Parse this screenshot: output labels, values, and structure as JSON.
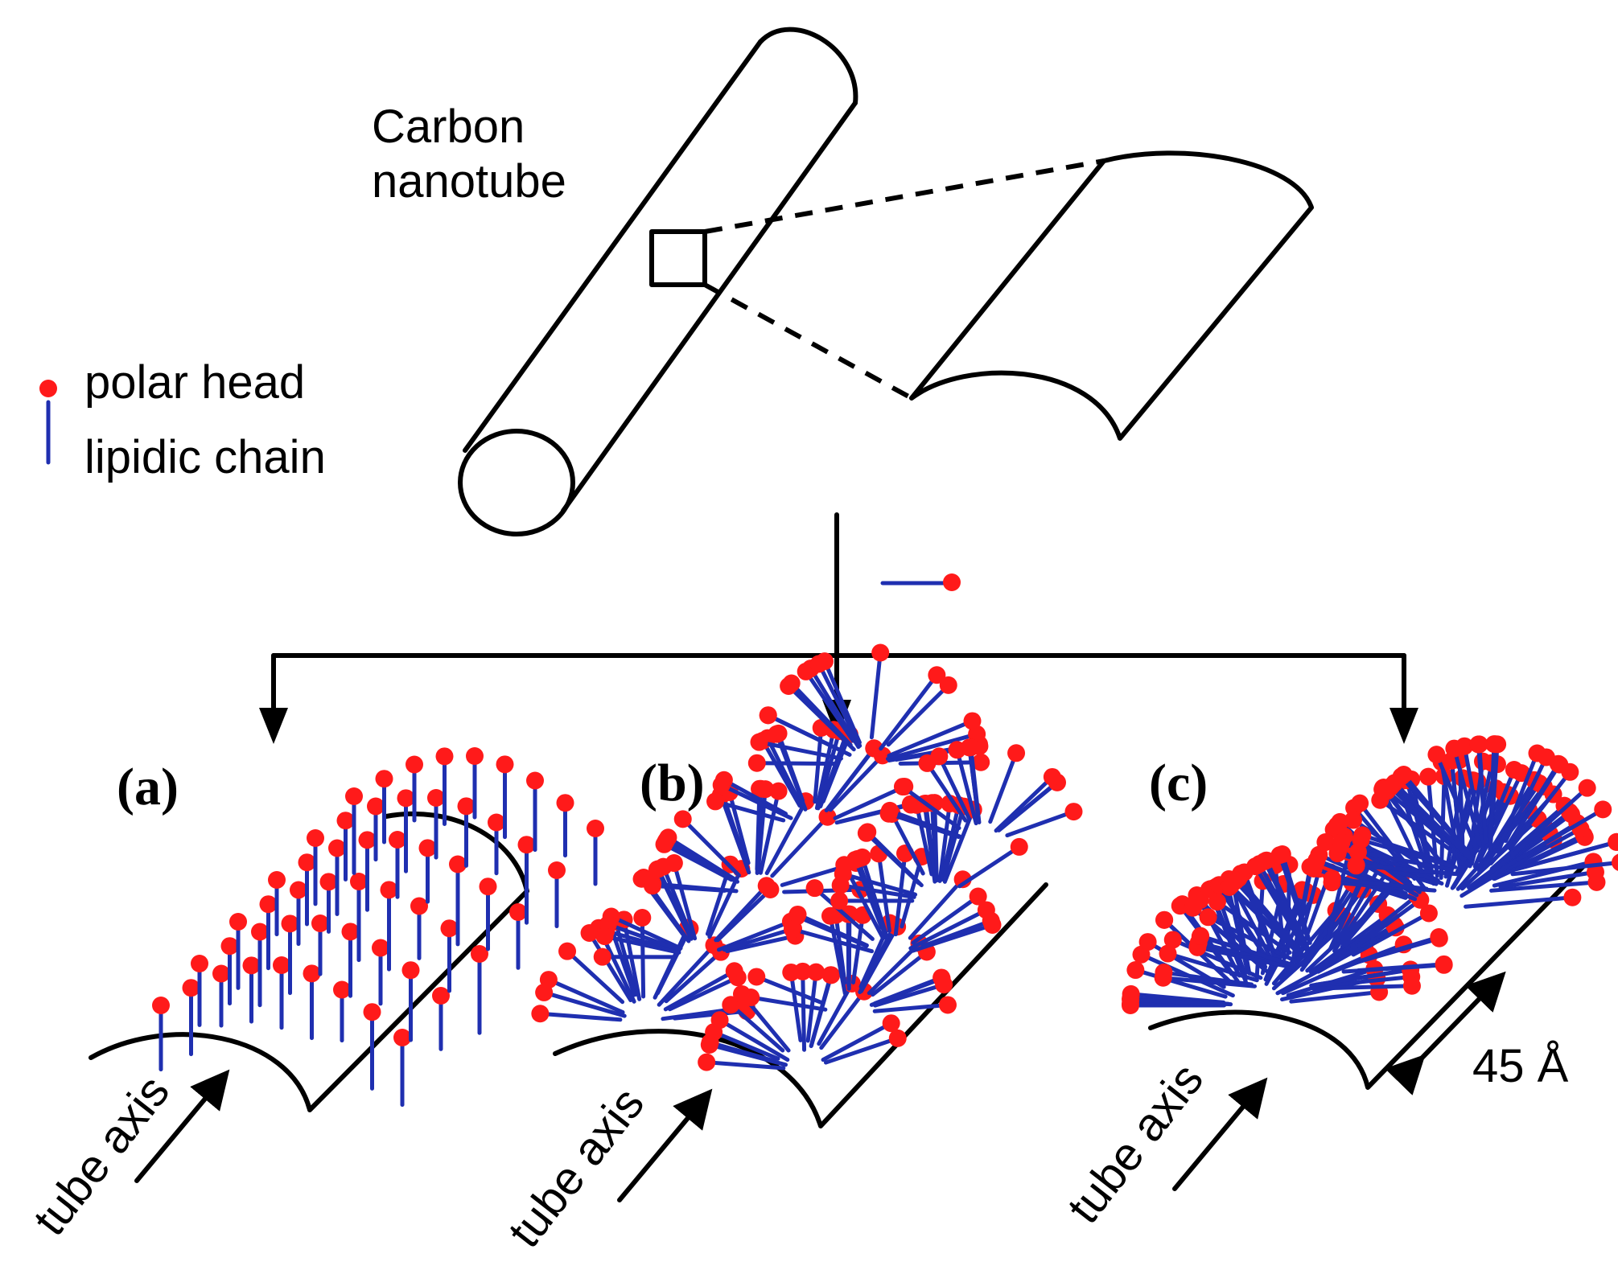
{
  "top": {
    "tube_label_line1": "Carbon",
    "tube_label_line2": "nanotube"
  },
  "legend": {
    "polar_head": "polar head",
    "lipidic_chain": "lipidic chain"
  },
  "panels": [
    {
      "id": "a",
      "label": "(a)",
      "axis_label": "tube axis"
    },
    {
      "id": "b",
      "label": "(b)",
      "axis_label": "tube axis"
    },
    {
      "id": "c",
      "label": "(c)",
      "axis_label": "tube axis",
      "dimension": "45 Å"
    }
  ],
  "colors": {
    "head": "#ff1a1a",
    "chain": "#1f2fb0",
    "outline": "#000000"
  }
}
